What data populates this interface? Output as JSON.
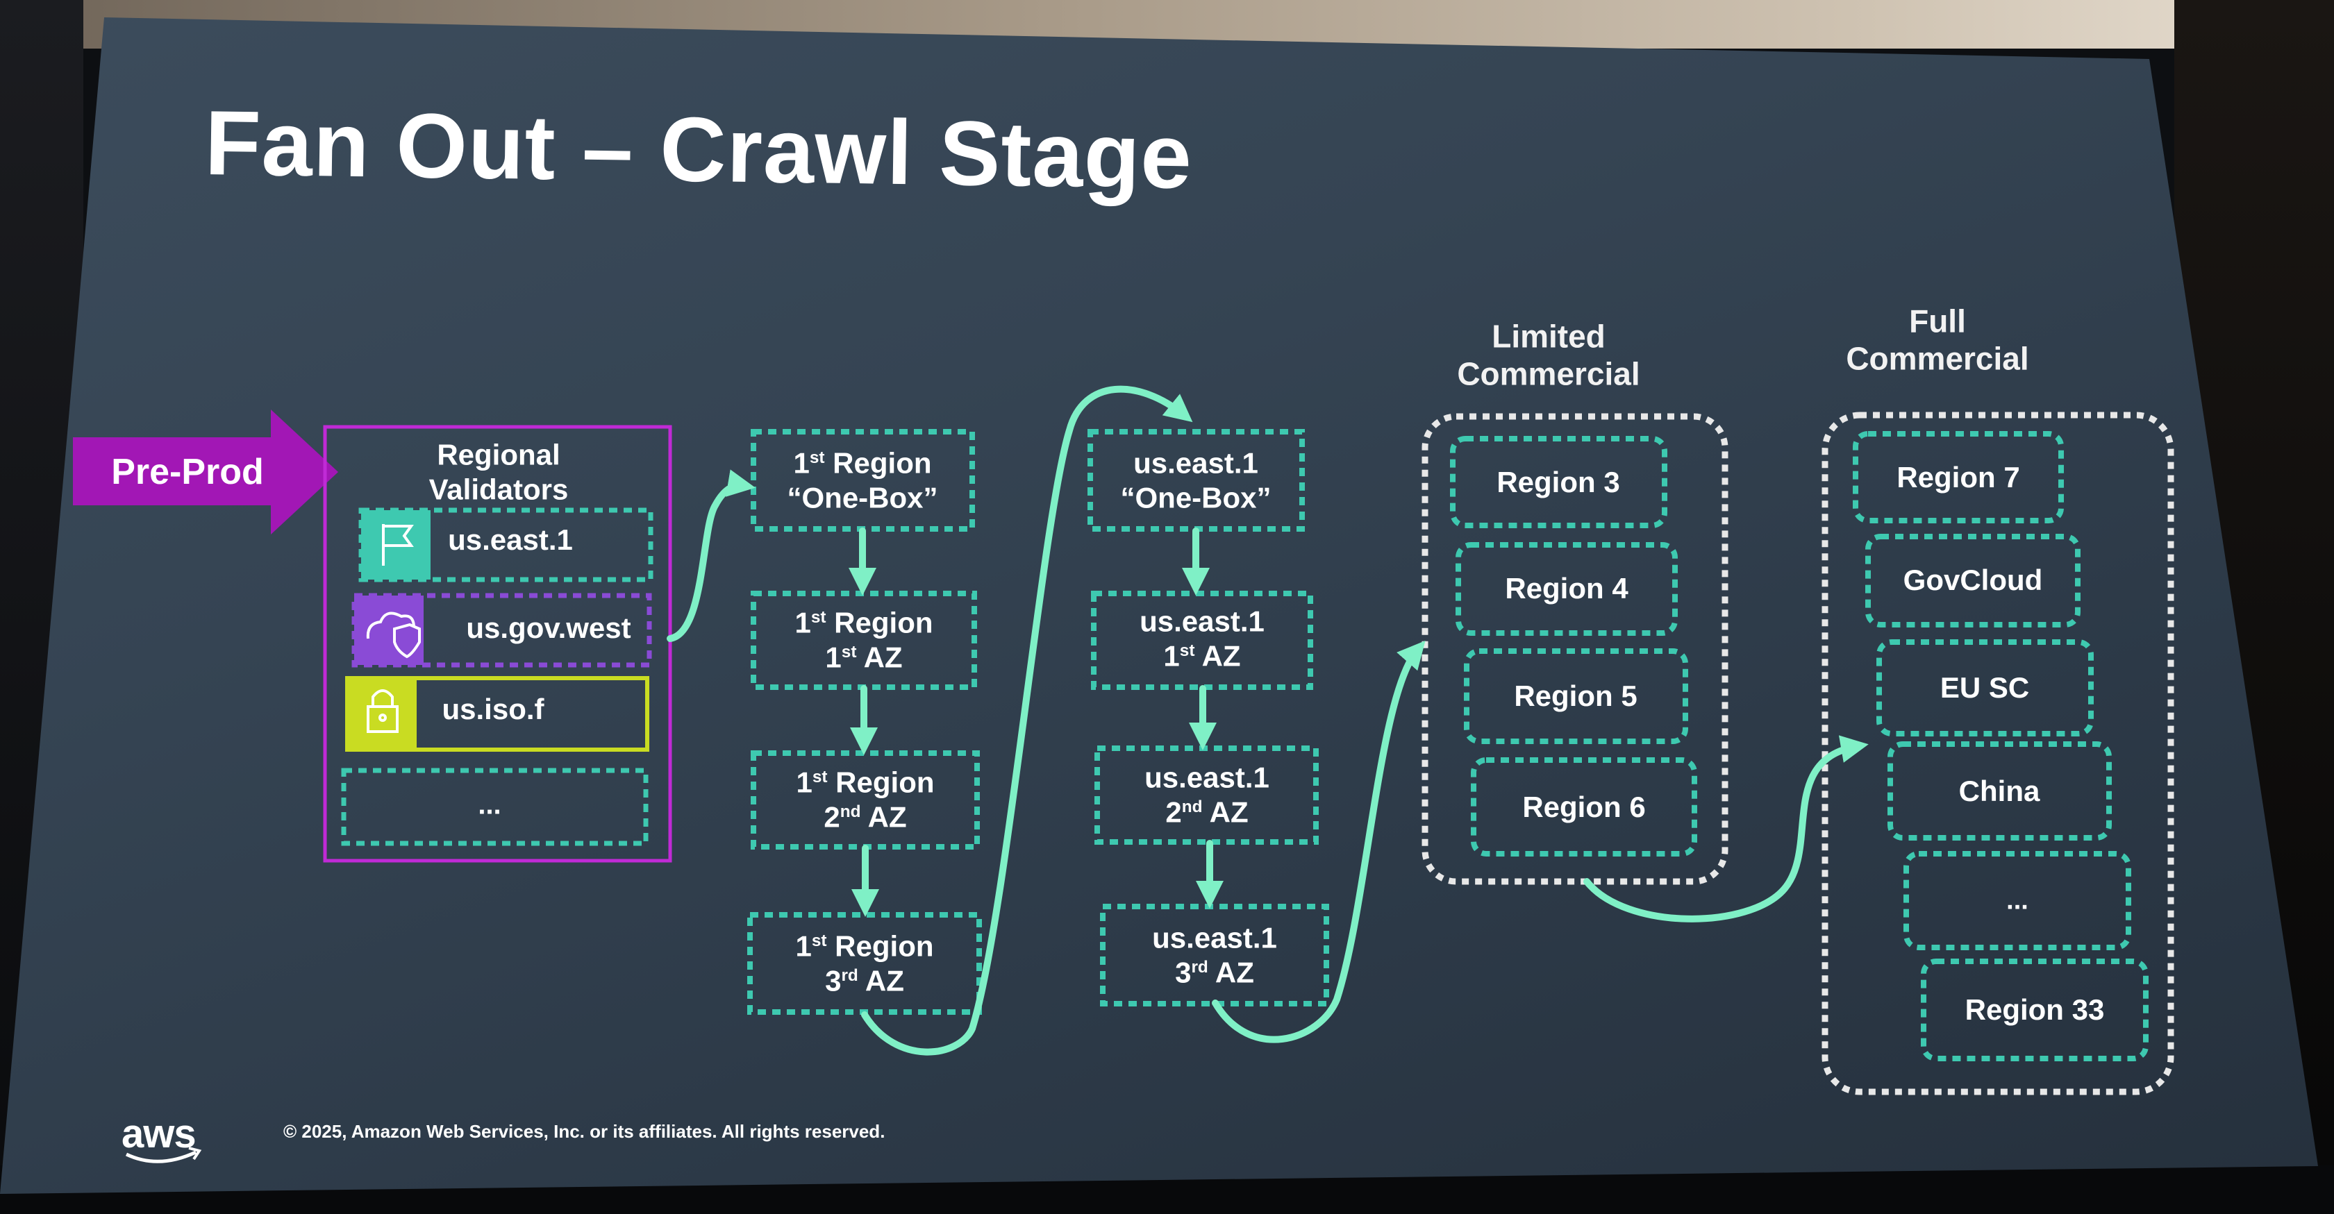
{
  "title": "Fan Out – Crawl Stage",
  "pre_prod": "Pre-Prod",
  "regional_validators": {
    "heading": "Regional Validators",
    "items": [
      {
        "label": "us.east.1",
        "icon": "flag-icon",
        "color": "#3ec9b0"
      },
      {
        "label": "us.gov.west",
        "icon": "cloud-shield-icon",
        "color": "#8a4bd6"
      },
      {
        "label": "us.iso.f",
        "icon": "lock-icon",
        "color": "#c9dc22"
      },
      {
        "label": "...",
        "icon": "",
        "color": "#3ec9b0"
      }
    ]
  },
  "first_region_column": [
    {
      "line1": "1",
      "sup1": "st",
      "tail1": " Region",
      "line2": "“One-Box”",
      "sup2": "",
      "tail2": ""
    },
    {
      "line1": "1",
      "sup1": "st",
      "tail1": " Region",
      "line2": "1",
      "sup2": "st",
      "tail2": " AZ"
    },
    {
      "line1": "1",
      "sup1": "st",
      "tail1": " Region",
      "line2": "2",
      "sup2": "nd",
      "tail2": " AZ"
    },
    {
      "line1": "1",
      "sup1": "st",
      "tail1": " Region",
      "line2": "3",
      "sup2": "rd",
      "tail2": " AZ"
    }
  ],
  "us_east_column": [
    {
      "line1": "us.east.1",
      "line2": "“One-Box”",
      "sup2": "",
      "tail2": ""
    },
    {
      "line1": "us.east.1",
      "line2": "1",
      "sup2": "st",
      "tail2": " AZ"
    },
    {
      "line1": "us.east.1",
      "line2": "2",
      "sup2": "nd",
      "tail2": " AZ"
    },
    {
      "line1": "us.east.1",
      "line2": "3",
      "sup2": "rd",
      "tail2": " AZ"
    }
  ],
  "limited_commercial": {
    "heading_line1": "Limited",
    "heading_line2": "Commercial",
    "regions": [
      "Region 3",
      "Region 4",
      "Region 5",
      "Region 6"
    ]
  },
  "full_commercial": {
    "heading_line1": "Full",
    "heading_line2": "Commercial",
    "regions": [
      "Region 7",
      "GovCloud",
      "EU SC",
      "China",
      "...",
      "Region 33"
    ]
  },
  "footer": {
    "logo": "aws",
    "copyright": "© 2025, Amazon Web Services, Inc. or its affiliates. All rights reserved."
  },
  "colors": {
    "teal": "#3ec9b0",
    "arrow": "#7ff0c6",
    "magenta": "#b21fc8",
    "purple": "#8a4bd6",
    "lime": "#c9dc22",
    "white_dots": "#e8e8e8"
  }
}
